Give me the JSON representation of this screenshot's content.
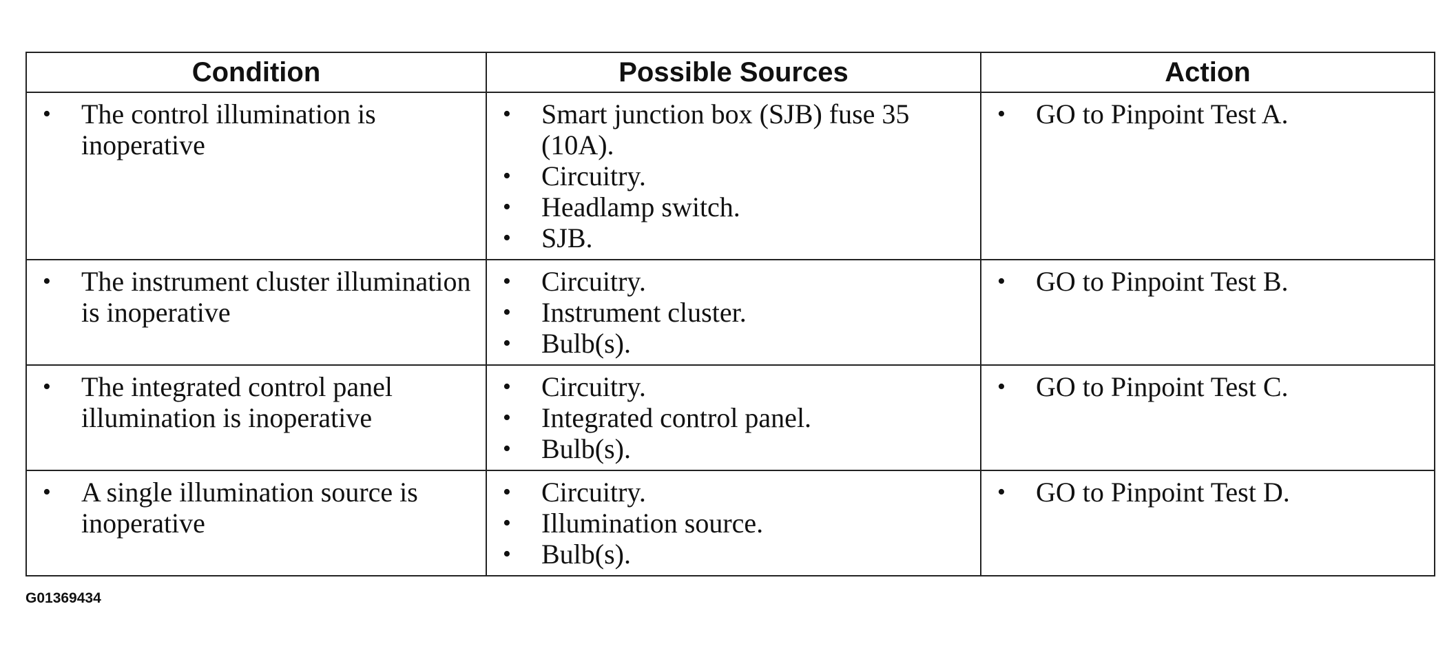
{
  "table": {
    "headers": [
      "Condition",
      "Possible Sources",
      "Action"
    ],
    "rows": [
      {
        "condition": [
          "The control illumination is inoperative"
        ],
        "sources": [
          "Smart junction box (SJB) fuse 35 (10A).",
          "Circuitry.",
          "Headlamp switch.",
          "SJB."
        ],
        "action": [
          "GO to Pinpoint Test A."
        ]
      },
      {
        "condition": [
          "The instrument cluster illumination is inoperative"
        ],
        "sources": [
          "Circuitry.",
          "Instrument cluster.",
          "Bulb(s)."
        ],
        "action": [
          "GO to Pinpoint Test B."
        ]
      },
      {
        "condition": [
          "The integrated control panel illumination is inoperative"
        ],
        "sources": [
          "Circuitry.",
          "Integrated control panel.",
          "Bulb(s)."
        ],
        "action": [
          "GO to Pinpoint Test C."
        ]
      },
      {
        "condition": [
          "A single illumination source is inoperative"
        ],
        "sources": [
          "Circuitry.",
          "Illumination source.",
          "Bulb(s)."
        ],
        "action": [
          "GO to Pinpoint Test D."
        ]
      }
    ]
  },
  "figure_id": "G01369434",
  "bullet_glyph": "•"
}
